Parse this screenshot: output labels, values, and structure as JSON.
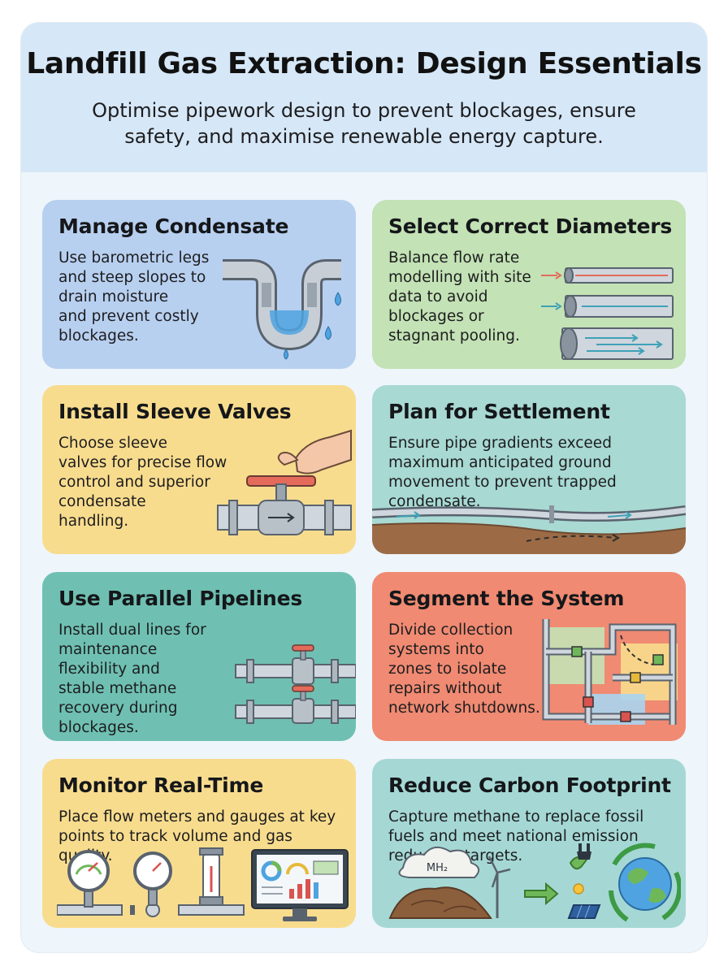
{
  "header": {
    "title": "Landfill Gas Extraction: Design Essentials",
    "subtitle": "Optimise pipework design to prevent blockages, ensure safety, and maximise renewable energy capture."
  },
  "cards": [
    {
      "title": "Manage Condensate",
      "lines": [
        "Use barometric legs",
        "and steep slopes to",
        "drain moisture",
        "and prevent costly",
        "blockages."
      ]
    },
    {
      "title": "Select Correct Diameters",
      "lines": [
        "Balance flow rate",
        "modelling with site",
        "data to avoid",
        "blockages or",
        "stagnant pooling."
      ]
    },
    {
      "title": "Install Sleeve Valves",
      "lines": [
        "Choose sleeve",
        "valves for precise flow",
        "control and superior",
        "condensate",
        "handling."
      ]
    },
    {
      "title": "Plan for Settlement",
      "lines": [
        "Ensure pipe gradients exceed",
        "maximum anticipated ground",
        "movement to prevent trapped",
        "condensate."
      ]
    },
    {
      "title": "Use Parallel Pipelines",
      "lines": [
        "Install dual lines for",
        "maintenance",
        "flexibility and",
        "stable methane",
        "recovery during",
        "blockages."
      ]
    },
    {
      "title": "Segment the System",
      "lines": [
        "Divide collection",
        "systems into",
        "zones to isolate",
        "repairs without",
        "network shutdowns."
      ]
    },
    {
      "title": "Monitor Real-Time",
      "lines": [
        "Place flow meters and gauges at key",
        "points to track volume and gas",
        "quality."
      ]
    },
    {
      "title": "Reduce Carbon Footprint",
      "lines": [
        "Capture methane to replace fossil",
        "fuels and meet national emission",
        "reduction targets."
      ],
      "illustration_label": "MH₂"
    }
  ],
  "colors": {
    "header_bg": "#d6e7f7",
    "card_blue": "#b8d0f0",
    "card_green": "#c3e2b5",
    "card_yellow": "#f8dc8e",
    "card_teal_light": "#a8d9d3",
    "card_teal": "#6fc0b2",
    "card_red": "#f08a72",
    "valve_red": "#d9534f"
  },
  "icons": [
    "drain-trap-pipe-icon",
    "pipe-diameters-icon",
    "sleeve-valve-hand-icon",
    "settlement-ground-icon",
    "parallel-pipelines-icon",
    "segmented-network-icon",
    "gauges-monitor-icon",
    "methane-to-energy-icon"
  ]
}
